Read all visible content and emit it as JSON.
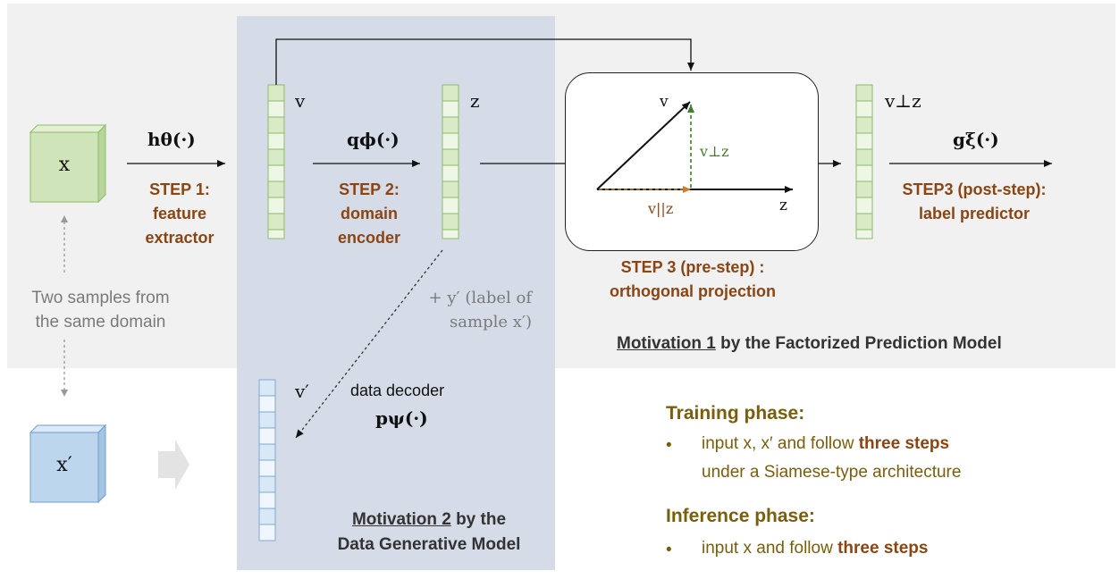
{
  "input_x": "x",
  "input_x_prime": "x′",
  "same_domain_note": [
    "Two samples from",
    "the same domain"
  ],
  "vec_v": "v",
  "vec_z": "z",
  "vec_v_perp_z": "v⊥z",
  "vec_v_prime": "v′",
  "fn_h": "hθ(·)",
  "fn_q": "qϕ(·)",
  "fn_g": "gξ(·)",
  "fn_p": "pψ(·)",
  "step1": [
    "STEP 1:",
    "feature",
    "extractor"
  ],
  "step2": [
    "STEP 2:",
    "domain",
    "encoder"
  ],
  "step3_pre": [
    "STEP 3 (pre-step) :",
    "orthogonal projection"
  ],
  "step3_post": [
    "STEP3 (post-step):",
    "label predictor"
  ],
  "label_hint": [
    "+ y′ (label of",
    "sample x′)"
  ],
  "data_decoder": "data decoder",
  "projection": {
    "v": "v",
    "z": "z",
    "v_perp_z": "v⊥z",
    "v_par_z": "v||z"
  },
  "motivation1": {
    "underlined": "Motivation 1",
    "rest": " by the Factorized Prediction Model"
  },
  "motivation2": {
    "line1_underlined": "Motivation 2",
    "line1_rest": " by the",
    "line2": "Data Generative Model"
  },
  "training": {
    "title": "Training phase:",
    "bullet": "•",
    "line1_pre": "input x, x′ and follow ",
    "line1_bold": "three steps",
    "line2": "under a Siamese-type architecture"
  },
  "inference": {
    "title": "Inference phase:",
    "bullet": "•",
    "line_pre": "input x and follow ",
    "line_bold": "three steps"
  },
  "colors": {
    "step_text": "#8b4513",
    "phase_text": "#7b5e0a",
    "green_cube": "#cfe5b9",
    "blue_cube": "#bcd6ee",
    "vector_green": "#d8ebc6",
    "vector_blue": "#d9e8f7",
    "proj_perp": "#3f7f2a",
    "proj_par": "#d07a2a",
    "panel_gray": "#f1f1f1",
    "panel_blue": "#d5dce7"
  }
}
